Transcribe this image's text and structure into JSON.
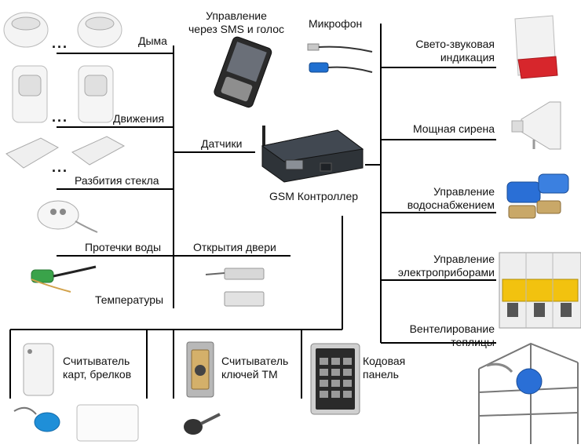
{
  "left_sensors": {
    "smoke": "Дыма",
    "motion": "Движения",
    "glass_break": "Разбития стекла",
    "water_leak": "Протечки воды",
    "temperature": "Температуры",
    "dots": "..."
  },
  "top": {
    "sms_line1": "Управление",
    "sms_line2": "через SMS и голос",
    "microphone": "Микрофон"
  },
  "center": {
    "sensors": "Датчики",
    "door_open": "Открытия двери",
    "controller": "GSM Контроллер"
  },
  "right_outputs": {
    "light_sound_line1": "Свето-звуковая",
    "light_sound_line2": "индикация",
    "siren": "Мощная сирена",
    "water_line1": "Управление",
    "water_line2": "водоснабжением",
    "electric_line1": "Управление",
    "electric_line2": "электроприборами",
    "vent_line1": "Вентелирование",
    "vent_line2": "теплицы"
  },
  "bottom": {
    "card_reader_line1": "Считыватель",
    "card_reader_line2": "карт, брелков",
    "tm_reader_line1": "Считыватель",
    "tm_reader_line2": "ключей ТМ",
    "keypad_line1": "Кодовая",
    "keypad_line2": "панель"
  },
  "colors": {
    "line": "#000000",
    "siren_red": "#d7262c",
    "valve_blue": "#2a6fd6",
    "breaker_yellow": "#f2c20f",
    "tag_blue": "#1f8fd8",
    "sensor_green": "#3aa34a"
  }
}
